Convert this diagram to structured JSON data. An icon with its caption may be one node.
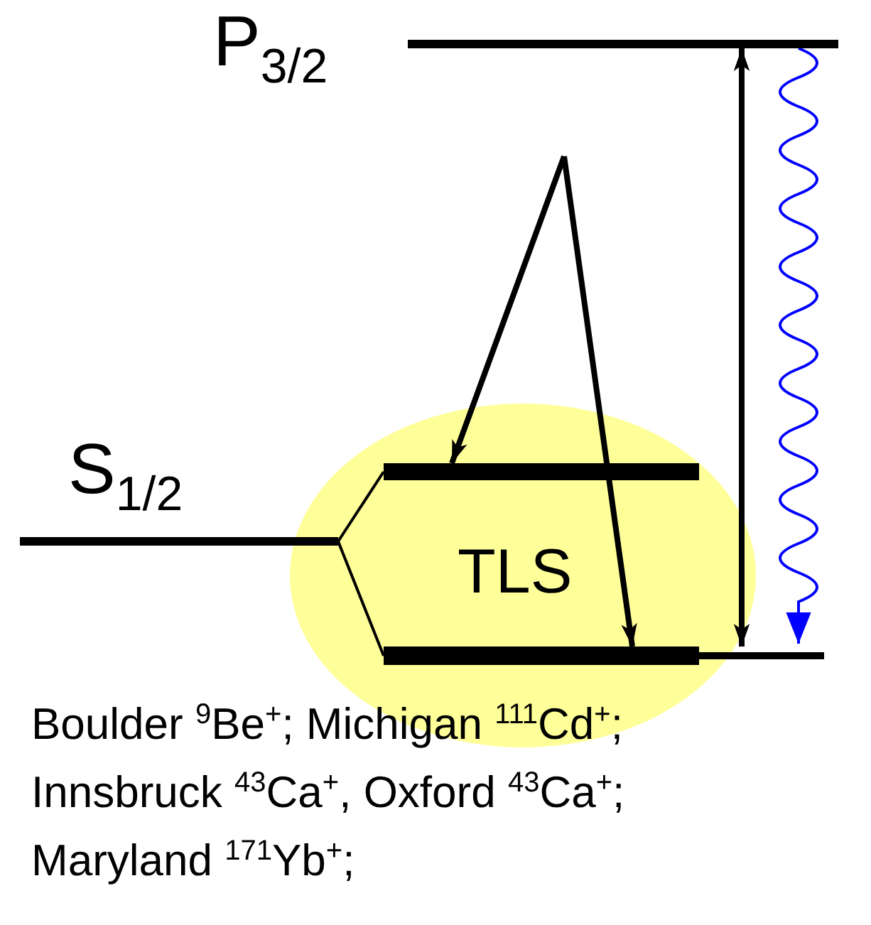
{
  "diagram": {
    "nodes": [
      {
        "text": [
          "P$_{3/2}$"
        ]
      },
      {
        "text": [
          "S$_{1/2}$"
        ]
      },
      {
        "text": [
          "TLS"
        ]
      },
      {
        "text": [],
        "shape": "bar",
        "in": 2
      },
      {
        "text": [],
        "shape": "bar",
        "in": 2
      }
    ],
    "edges": [
      {
        "from": 1,
        "to": 3,
        "arrow": "none"
      },
      {
        "from": 1,
        "to": 4,
        "arrow": "none"
      },
      {
        "from": null,
        "to": 3,
        "arrow": "to",
        "style": "thick"
      },
      {
        "from": null,
        "to": 4,
        "arrow": "to",
        "style": "thick"
      },
      {
        "from": 4,
        "to": 0,
        "arrow": "both",
        "style": "thick"
      },
      {
        "from": 0,
        "to": 4,
        "arrow": "to",
        "color": "#0000ff"
      }
    ],
    "labels": [
      "Boulder $^{9}$Be$^{+}$; Michigan $^{111}$Cd$^{+}$;",
      "Innsbruck $^{43}$Ca$^{+}$, Oxford $^{43}$Ca$^{+}$;",
      "Maryland $^{171}$Yb$^{+}$;"
    ]
  }
}
